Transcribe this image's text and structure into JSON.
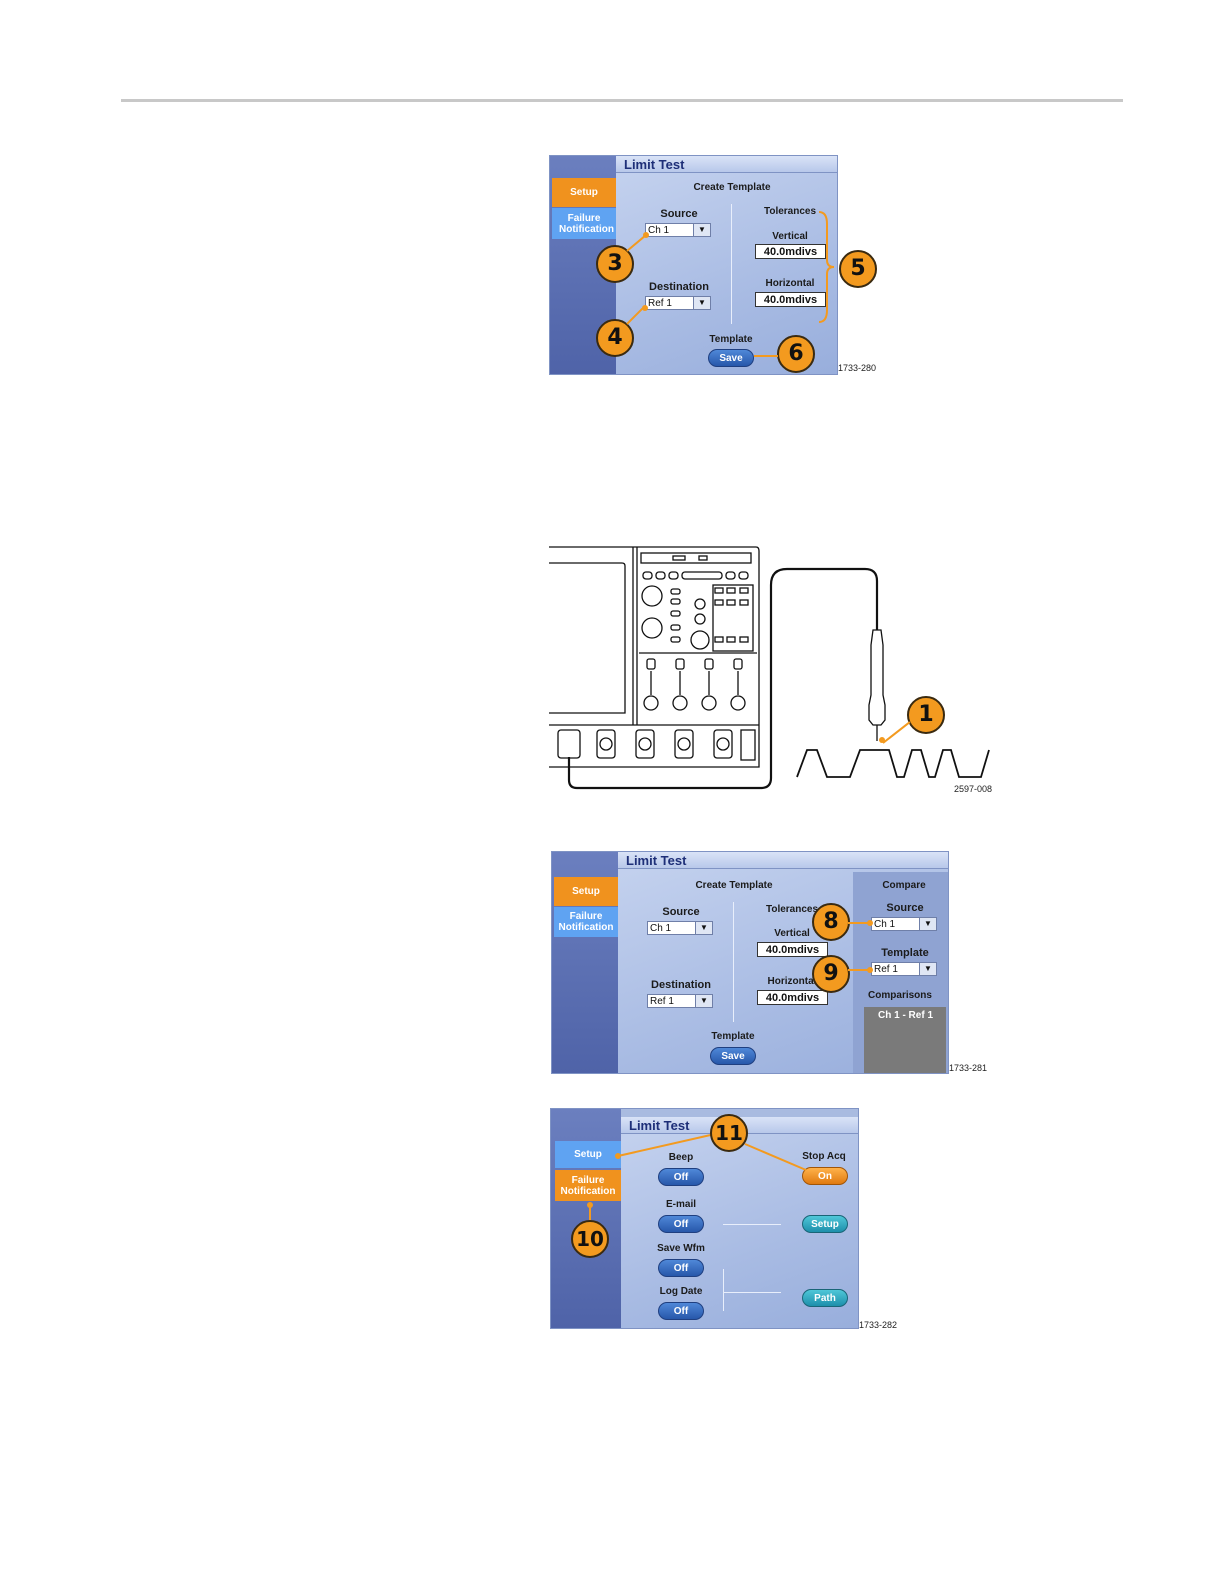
{
  "figure1": {
    "title": "Limit Test",
    "tabs": [
      "Setup",
      "Failure Notification"
    ],
    "create_template": "Create Template",
    "source_label": "Source",
    "source_value": "Ch 1",
    "destination_label": "Destination",
    "destination_value": "Ref 1",
    "tolerances_label": "Tolerances",
    "vertical_label": "Vertical",
    "vertical_value": "40.0mdivs",
    "horizontal_label": "Horizontal",
    "horizontal_value": "40.0mdivs",
    "template_label": "Template",
    "save_button": "Save",
    "callouts": [
      "3",
      "4",
      "5",
      "6"
    ],
    "figure_id": "1733-280"
  },
  "figure2": {
    "callout": "1",
    "figure_id": "2597-008"
  },
  "figure3": {
    "title": "Limit Test",
    "tabs": [
      "Setup",
      "Failure Notification"
    ],
    "create_template": "Create Template",
    "source_label": "Source",
    "source_value": "Ch 1",
    "destination_label": "Destination",
    "destination_value": "Ref 1",
    "tolerances_label": "Tolerances",
    "vertical_label": "Vertical",
    "vertical_value": "40.0mdivs",
    "horizontal_label": "Horizontal",
    "horizontal_value": "40.0mdivs",
    "template_label": "Template",
    "save_button": "Save",
    "compare_label": "Compare",
    "compare_source_label": "Source",
    "compare_source_value": "Ch 1",
    "compare_template_label": "Template",
    "compare_template_value": "Ref 1",
    "comparisons_label": "Comparisons",
    "comparisons_item": "Ch 1 - Ref 1",
    "callouts": [
      "8",
      "9"
    ],
    "figure_id": "1733-281"
  },
  "figure4": {
    "title": "Limit Test",
    "tabs": [
      "Setup",
      "Failure Notification"
    ],
    "beep_label": "Beep",
    "beep_value": "Off",
    "stop_acq_label": "Stop Acq",
    "stop_acq_value": "On",
    "email_label": "E-mail",
    "email_value": "Off",
    "email_setup": "Setup",
    "save_wfm_label": "Save Wfm",
    "save_wfm_value": "Off",
    "log_date_label": "Log Date",
    "log_date_value": "Off",
    "path_button": "Path",
    "callouts": [
      "11",
      "10"
    ],
    "figure_id": "1733-282"
  }
}
